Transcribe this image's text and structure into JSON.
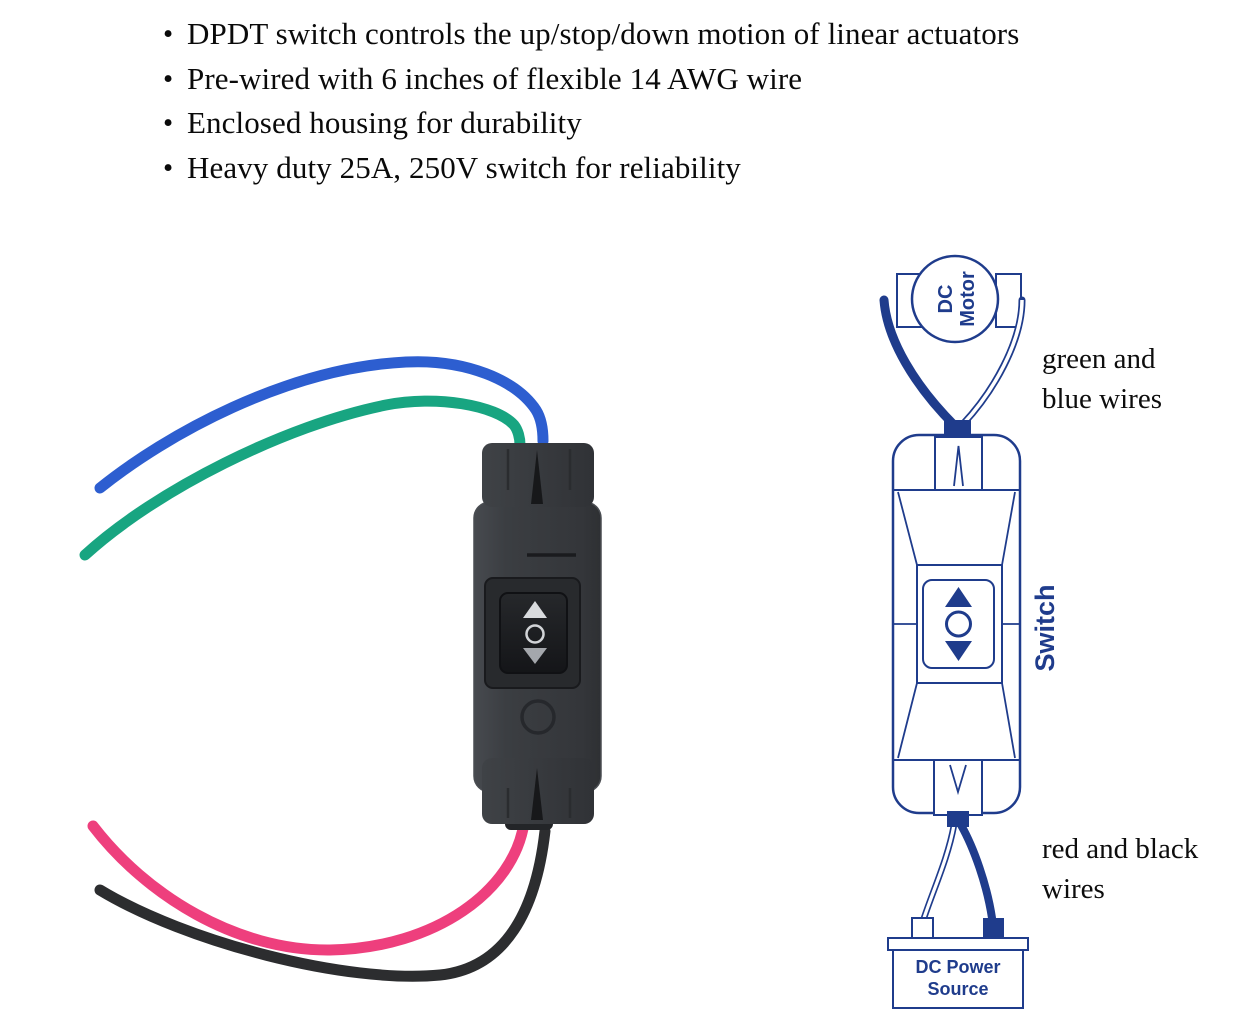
{
  "features": {
    "items": [
      "DPDT switch controls the up/stop/down motion of linear actuators",
      "Pre-wired with 6 inches of flexible 14 AWG wire",
      "Enclosed housing for durability",
      "Heavy duty 25A, 250V switch for reliability"
    ]
  },
  "photo": {
    "wire_colors": {
      "blue": "#2d5ed0",
      "green": "#18a581",
      "red": "#ee3f7d",
      "black": "#2c2d2f"
    },
    "rocker_icons": {
      "up": "up-arrow",
      "stop": "circle",
      "down": "down-arrow"
    }
  },
  "diagram": {
    "line_color": "#1f3c8c",
    "motor": {
      "line1": "DC",
      "line2": "Motor"
    },
    "switch_label": "Switch",
    "power": {
      "line1": "DC Power",
      "line2": "Source"
    },
    "note_top": {
      "line1": "green and",
      "line2": "blue wires"
    },
    "note_bottom": {
      "line1": "red and black",
      "line2": "wires"
    }
  }
}
